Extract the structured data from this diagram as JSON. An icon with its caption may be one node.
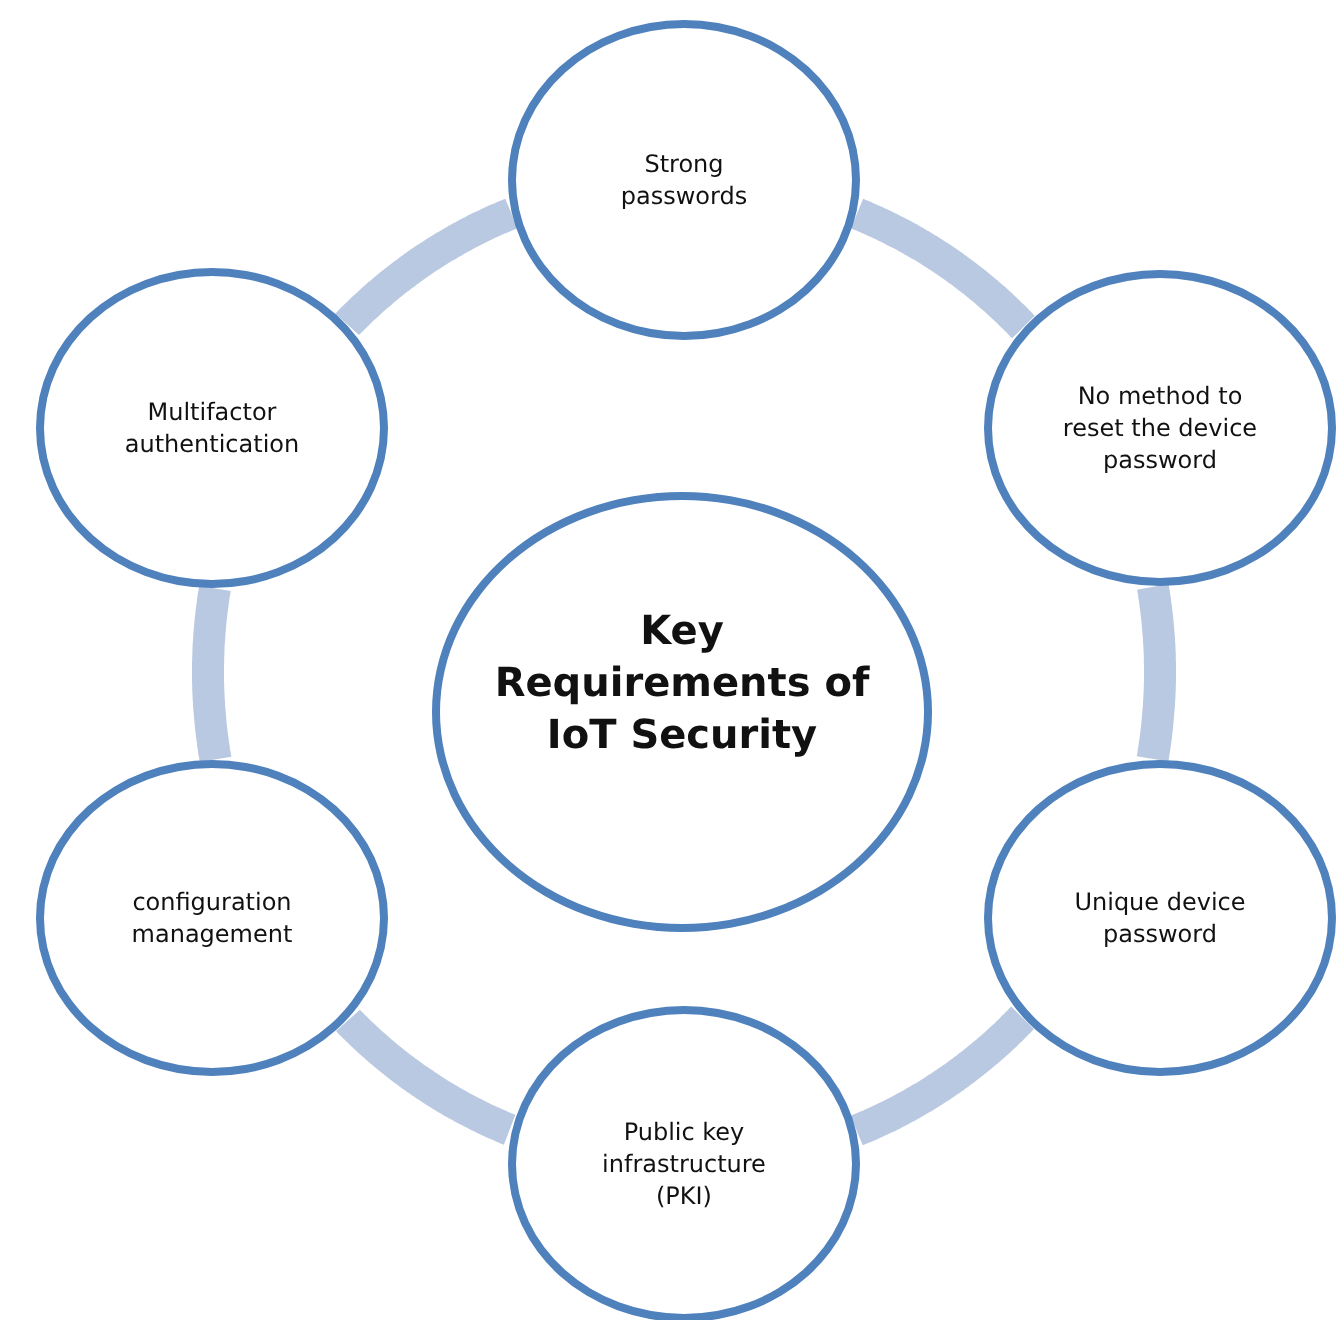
{
  "diagram": {
    "nodes": [
      {
        "text": [
          "Strong passwords"
        ]
      },
      {
        "text": [
          "Multifactor authentication"
        ]
      },
      {
        "text": [
          "No method to reset the device password"
        ]
      },
      {
        "text": [
          "Key Requirements of IoT Security"
        ]
      },
      {
        "text": [
          "configuration management"
        ]
      },
      {
        "text": [
          "Unique device password"
        ]
      },
      {
        "text": [
          "Public key infrastructure (PKI)"
        ]
      }
    ],
    "edges": [
      {
        "from": 0,
        "to": 2,
        "arrow": "none"
      },
      {
        "from": 2,
        "to": 5,
        "arrow": "none"
      },
      {
        "from": 5,
        "to": 6,
        "arrow": "none"
      },
      {
        "from": 6,
        "to": 4,
        "arrow": "none"
      },
      {
        "from": 4,
        "to": 1,
        "arrow": "none"
      },
      {
        "from": 1,
        "to": 0,
        "arrow": "none"
      }
    ]
  }
}
